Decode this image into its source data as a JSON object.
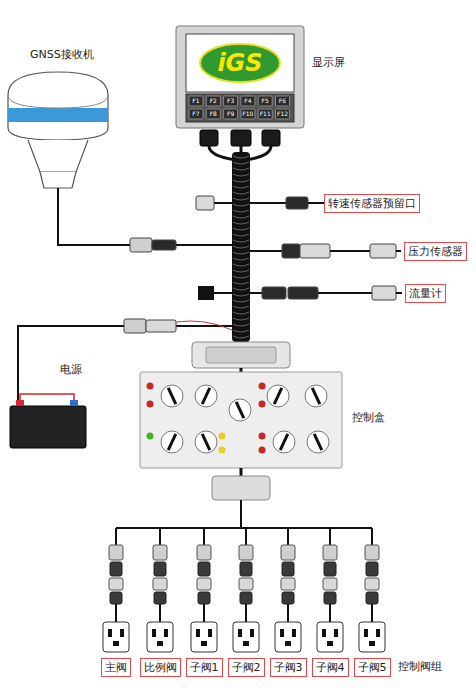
{
  "diagram": {
    "nodes": [
      {
        "text": [
          "iGS"
        ]
      },
      {
        "text": [
          "转速传感器预留口"
        ]
      },
      {
        "text": [
          "压力传感器"
        ]
      },
      {
        "text": [
          "流量计"
        ]
      },
      {
        "text": [
          "主阀"
        ]
      },
      {
        "text": [
          "比例阀"
        ]
      },
      {
        "text": [
          "子阀1"
        ]
      },
      {
        "text": [
          "子阀2"
        ]
      },
      {
        "text": [
          "子阀3"
        ]
      },
      {
        "text": [
          "子阀4"
        ]
      },
      {
        "text": [
          "子阀5"
        ]
      }
    ],
    "labels": [
      "GNSS接收机",
      "显示屏",
      "F1",
      "F2",
      "F3",
      "F4",
      "F5",
      "F6",
      "F7",
      "F8",
      "F9",
      "F10",
      "F11",
      "F12",
      "电源",
      "控制盒",
      "控制阀组"
    ]
  }
}
